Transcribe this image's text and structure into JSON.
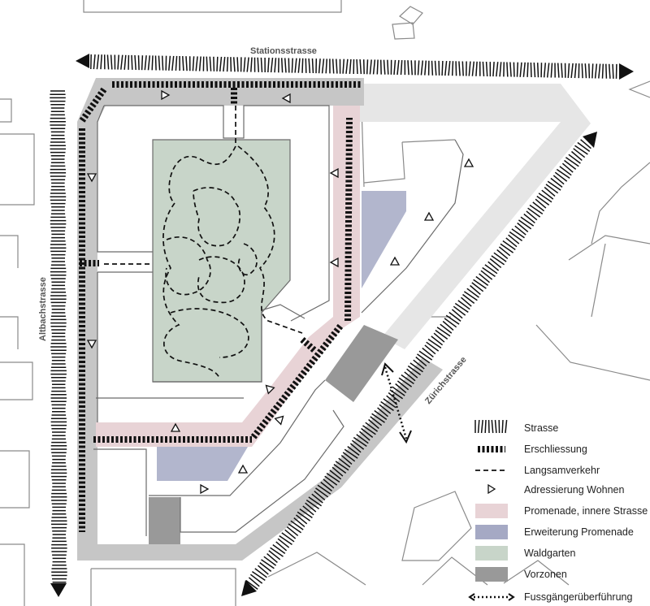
{
  "streets": {
    "north": "Stationsstrasse",
    "west": "Altbachstrasse",
    "southeast": "Zürichstrasse"
  },
  "legend": {
    "items": [
      {
        "key": "strasse",
        "label": "Strasse",
        "symbol": "hatch-line"
      },
      {
        "key": "erschliessung",
        "label": "Erschliessung",
        "symbol": "bold-dash"
      },
      {
        "key": "langsam",
        "label": "Langsamverkehr",
        "symbol": "dashed-line"
      },
      {
        "key": "adress",
        "label": "Adressierung Wohnen",
        "symbol": "triangle"
      },
      {
        "key": "promenade",
        "label": "Promenade, innere Strasse",
        "symbol": "swatch",
        "color": "#e8d3d6"
      },
      {
        "key": "erweiterung",
        "label": "Erweiterung Promenade",
        "symbol": "swatch",
        "color": "#a5a9c4"
      },
      {
        "key": "waldgarten",
        "label": "Waldgarten",
        "symbol": "swatch",
        "color": "#c8d5c9"
      },
      {
        "key": "vorzonen",
        "label": "Vorzonen",
        "symbol": "swatch",
        "color": "#999999"
      },
      {
        "key": "fussgaenger",
        "label": "Fussgängerüberführung",
        "symbol": "dotted-arrow"
      }
    ]
  },
  "colors": {
    "ring_road": "#c6c6c6",
    "road_light": "#e6e6e6",
    "promenade": "#e8d3d6",
    "erweiterung": "#a5a9c4",
    "waldgarten": "#c8d5c9",
    "vorzonen": "#999999",
    "outline": "#8a8a8a",
    "ink": "#111111"
  }
}
